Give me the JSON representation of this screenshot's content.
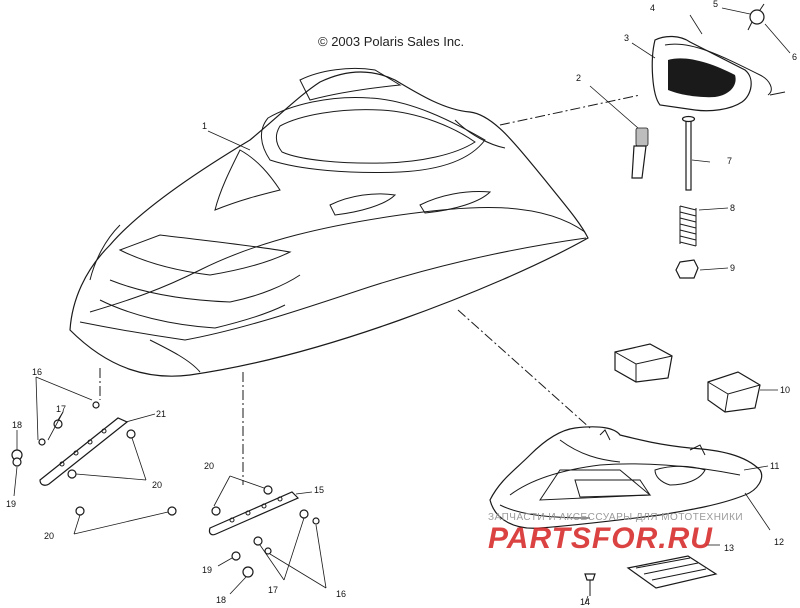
{
  "copyright": "© 2003 Polaris Sales Inc.",
  "callouts": [
    {
      "id": "c1",
      "text": "1"
    },
    {
      "id": "c2",
      "text": "2"
    },
    {
      "id": "c3",
      "text": "3"
    },
    {
      "id": "c4",
      "text": "4"
    },
    {
      "id": "c5",
      "text": "5"
    },
    {
      "id": "c6",
      "text": "6"
    },
    {
      "id": "c7",
      "text": "7"
    },
    {
      "id": "c8",
      "text": "8"
    },
    {
      "id": "c9",
      "text": "9"
    },
    {
      "id": "c10",
      "text": "10"
    },
    {
      "id": "c11",
      "text": "11"
    },
    {
      "id": "c12",
      "text": "12"
    },
    {
      "id": "c13",
      "text": "13"
    },
    {
      "id": "c14",
      "text": "14"
    },
    {
      "id": "c15",
      "text": "15"
    },
    {
      "id": "c16a",
      "text": "16"
    },
    {
      "id": "c16b",
      "text": "16"
    },
    {
      "id": "c17a",
      "text": "17"
    },
    {
      "id": "c17b",
      "text": "17"
    },
    {
      "id": "c18a",
      "text": "18"
    },
    {
      "id": "c18b",
      "text": "18"
    },
    {
      "id": "c19a",
      "text": "19"
    },
    {
      "id": "c19b",
      "text": "19"
    },
    {
      "id": "c20a",
      "text": "20"
    },
    {
      "id": "c20b",
      "text": "20"
    },
    {
      "id": "c20c",
      "text": "20"
    },
    {
      "id": "c21",
      "text": "21"
    }
  ],
  "watermark": {
    "tagline": "ЗАПЧАСТИ И АКСЕССУАРЫ ДЛЯ МОТОТЕХНИКИ",
    "site": "PARTSFOR.RU"
  }
}
